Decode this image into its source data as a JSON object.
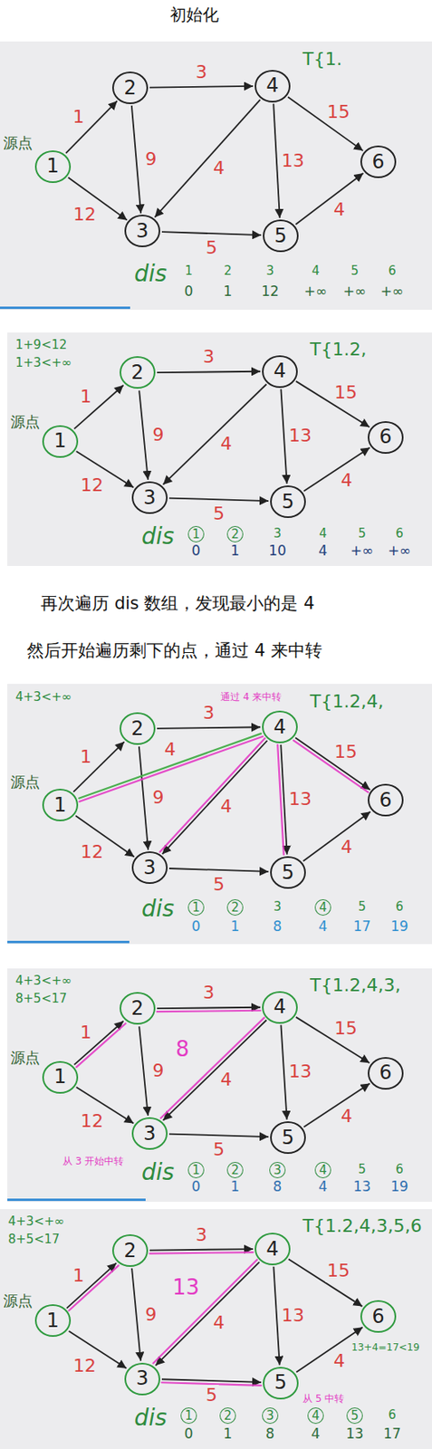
{
  "diagram": {
    "title": "初始化",
    "nodes": [
      {
        "text": [
          "1"
        ]
      },
      {
        "text": [
          "2"
        ]
      },
      {
        "text": [
          "3"
        ]
      },
      {
        "text": [
          "4"
        ]
      },
      {
        "text": [
          "5"
        ]
      },
      {
        "text": [
          "6"
        ]
      },
      {
        "text": [
          "1"
        ]
      },
      {
        "text": [
          "2"
        ]
      },
      {
        "text": [
          "3"
        ]
      },
      {
        "text": [
          "4"
        ]
      },
      {
        "text": [
          "5"
        ]
      },
      {
        "text": [
          "6"
        ]
      },
      {
        "text": [
          "1"
        ]
      },
      {
        "text": [
          "2"
        ]
      },
      {
        "text": [
          "3"
        ]
      },
      {
        "text": [
          "4"
        ]
      },
      {
        "text": [
          "5"
        ]
      },
      {
        "text": [
          "6"
        ]
      },
      {
        "text": [
          "1"
        ]
      },
      {
        "text": [
          "2"
        ]
      },
      {
        "text": [
          "3"
        ]
      },
      {
        "text": [
          "4"
        ]
      },
      {
        "text": [
          "5"
        ]
      },
      {
        "text": [
          "6"
        ]
      },
      {
        "text": [
          "1"
        ]
      },
      {
        "text": [
          "2"
        ]
      },
      {
        "text": [
          "3"
        ]
      },
      {
        "text": [
          "4"
        ]
      },
      {
        "text": [
          "5"
        ]
      },
      {
        "text": [
          "6"
        ]
      }
    ],
    "edges": [
      {
        "from": 0,
        "to": 1,
        "arrow": "to",
        "label": "1"
      },
      {
        "from": 0,
        "to": 2,
        "arrow": "to",
        "label": "12"
      },
      {
        "from": 1,
        "to": 2,
        "arrow": "to",
        "label": "9"
      },
      {
        "from": 1,
        "to": 3,
        "arrow": "to",
        "label": "3"
      },
      {
        "from": 3,
        "to": 2,
        "arrow": "to",
        "label": "4"
      },
      {
        "from": 3,
        "to": 4,
        "arrow": "to",
        "label": "13"
      },
      {
        "from": 3,
        "to": 5,
        "arrow": "to",
        "label": "15"
      },
      {
        "from": 2,
        "to": 4,
        "arrow": "to",
        "label": "5"
      },
      {
        "from": 4,
        "to": 5,
        "arrow": "to",
        "label": "4"
      },
      {
        "from": 6,
        "to": 7,
        "arrow": "to",
        "label": "1"
      },
      {
        "from": 6,
        "to": 8,
        "arrow": "to",
        "label": "12"
      },
      {
        "from": 7,
        "to": 8,
        "arrow": "to",
        "label": "9"
      },
      {
        "from": 7,
        "to": 9,
        "arrow": "to",
        "label": "3"
      },
      {
        "from": 9,
        "to": 8,
        "arrow": "to",
        "label": "4"
      },
      {
        "from": 9,
        "to": 10,
        "arrow": "to",
        "label": "13"
      },
      {
        "from": 9,
        "to": 11,
        "arrow": "to",
        "label": "15"
      },
      {
        "from": 8,
        "to": 10,
        "arrow": "to",
        "label": "5"
      },
      {
        "from": 10,
        "to": 11,
        "arrow": "to",
        "label": "4"
      },
      {
        "from": 12,
        "to": 13,
        "arrow": "to",
        "label": "1"
      },
      {
        "from": 12,
        "to": 14,
        "arrow": "to",
        "label": "12"
      },
      {
        "from": 13,
        "to": 14,
        "arrow": "to",
        "label": "9"
      },
      {
        "from": 13,
        "to": 15,
        "arrow": "to",
        "label": "3"
      },
      {
        "from": 15,
        "to": 14,
        "arrow": "to",
        "label": "4"
      },
      {
        "from": 15,
        "to": 16,
        "arrow": "to",
        "label": "13"
      },
      {
        "from": 15,
        "to": 17,
        "arrow": "to",
        "label": "15"
      },
      {
        "from": 14,
        "to": 16,
        "arrow": "to",
        "label": "5"
      },
      {
        "from": 16,
        "to": 17,
        "arrow": "to",
        "label": "4"
      },
      {
        "from": 12,
        "to": 15,
        "arrow": "none",
        "label": "4"
      },
      {
        "from": 18,
        "to": 19,
        "arrow": "to",
        "label": "1"
      },
      {
        "from": 18,
        "to": 20,
        "arrow": "to",
        "label": "12"
      },
      {
        "from": 19,
        "to": 20,
        "arrow": "to",
        "label": "9"
      },
      {
        "from": 19,
        "to": 21,
        "arrow": "to",
        "label": "3"
      },
      {
        "from": 21,
        "to": 20,
        "arrow": "to",
        "label": "4"
      },
      {
        "from": 21,
        "to": 22,
        "arrow": "to",
        "label": "13"
      },
      {
        "from": 21,
        "to": 23,
        "arrow": "to",
        "label": "15"
      },
      {
        "from": 20,
        "to": 22,
        "arrow": "to",
        "label": "5"
      },
      {
        "from": 22,
        "to": 23,
        "arrow": "to",
        "label": "4"
      },
      {
        "from": 24,
        "to": 25,
        "arrow": "to",
        "label": "1"
      },
      {
        "from": 24,
        "to": 26,
        "arrow": "to",
        "label": "12"
      },
      {
        "from": 25,
        "to": 26,
        "arrow": "to",
        "label": "9"
      },
      {
        "from": 25,
        "to": 27,
        "arrow": "to",
        "label": "3"
      },
      {
        "from": 27,
        "to": 26,
        "arrow": "to",
        "label": "4"
      },
      {
        "from": 27,
        "to": 28,
        "arrow": "to",
        "label": "13"
      },
      {
        "from": 27,
        "to": 29,
        "arrow": "to",
        "label": "15"
      },
      {
        "from": 26,
        "to": 28,
        "arrow": "to",
        "label": "5"
      },
      {
        "from": 28,
        "to": 29,
        "arrow": "to",
        "label": "4"
      }
    ],
    "labels": [
      "T{1.",
      "源点",
      "dis",
      "1",
      "2",
      "3",
      "4",
      "5",
      "6",
      "0",
      "1",
      "12",
      "+∞",
      "+∞",
      "+∞",
      "1+9<12",
      "1+3<+∞",
      "T{1.2,",
      "源点",
      "dis",
      "1",
      "2",
      "3",
      "4",
      "5",
      "6",
      "0",
      "1",
      "10",
      "4",
      "+∞",
      "+∞",
      "再次遍历 dis 数组，发现最小的是 4",
      "然后开始遍历剩下的点，通过 4 来中转",
      "4+3<+∞",
      "通过 4 来中转",
      "T{1.2,4,",
      "源点",
      "dis",
      "1",
      "2",
      "3",
      "4",
      "5",
      "6",
      "0",
      "1",
      "8",
      "4",
      "17",
      "19",
      "4+3<+∞",
      "8+5<17",
      "T{1.2,4,3,",
      "源点",
      "8",
      "从 3 开始中转",
      "dis",
      "1",
      "2",
      "3",
      "4",
      "5",
      "6",
      "0",
      "1",
      "8",
      "4",
      "13",
      "19",
      "4+3<+∞",
      "8+5<17",
      "T{1.2,4,3,5,6",
      "源点",
      "13",
      "13+4=17<19",
      "从 5 中转",
      "dis",
      "1",
      "2",
      "3",
      "4",
      "5",
      "6",
      "0",
      "1",
      "8",
      "4",
      "13",
      "17"
    ]
  }
}
